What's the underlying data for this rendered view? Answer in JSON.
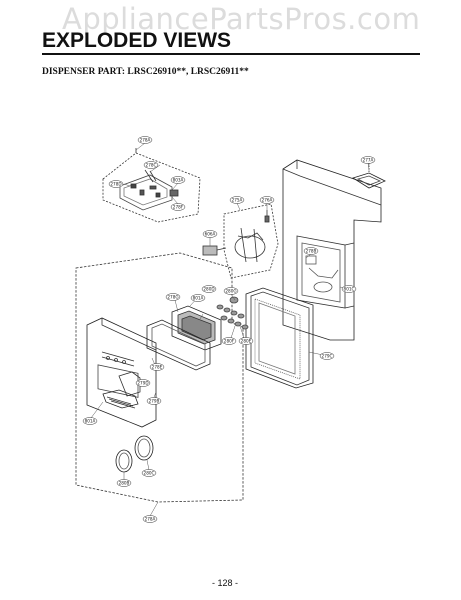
{
  "watermark": "AppliancePartsPros.com",
  "title": "EXPLODED VIEWS",
  "subtitle": "DISPENSER PART: LRSC26910**, LRSC26911**",
  "page_number": "- 128 -",
  "callouts": {
    "c_278a_top": "278A",
    "c_278c": "278C",
    "c_278d": "278D",
    "c_803a": "803A",
    "c_278f": "278F",
    "c_277a": "277A",
    "c_275a": "275A",
    "c_276a": "276A",
    "c_606a": "606A",
    "c_278b": "278B",
    "c_801c": "801C",
    "c_280d": "280D",
    "c_280g": "280G",
    "c_278g": "278G",
    "c_801a_mid": "801A",
    "c_280f": "280F",
    "c_280e": "280E",
    "c_279c": "279C",
    "c_278e": "278E",
    "c_279d": "279D",
    "c_279b": "279B",
    "c_801a_low": "801A",
    "c_280c": "280C",
    "c_280b": "280B",
    "c_278a_bottom": "278A"
  }
}
